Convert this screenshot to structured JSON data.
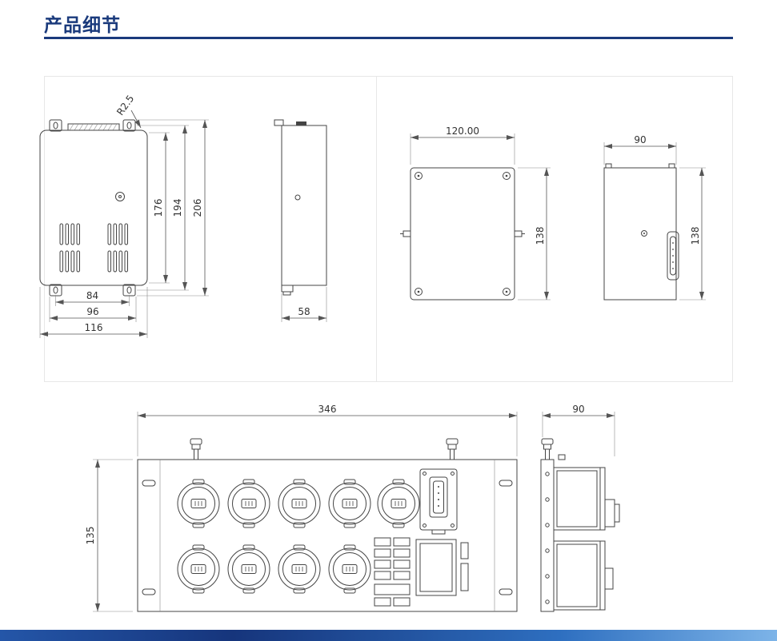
{
  "page": {
    "title": "产品细节",
    "accent_color": "#1a3a7c",
    "footer_bar_colors": [
      "#16357c",
      "#7db4e8"
    ]
  },
  "views": {
    "enclosure_front": {
      "dims": {
        "corner_radius": "R2.5",
        "height_inner": "176",
        "height_mid": "194",
        "height_overall": "206",
        "width_inner": "84",
        "width_mid": "96",
        "width_overall": "116"
      }
    },
    "enclosure_side": {
      "dims": {
        "depth": "58"
      }
    },
    "unit_front": {
      "dims": {
        "width": "120.00",
        "height": "138"
      }
    },
    "unit_side": {
      "dims": {
        "depth": "90",
        "height": "138"
      }
    },
    "panel_front": {
      "dims": {
        "width": "346",
        "height": "135"
      }
    },
    "panel_side": {
      "dims": {
        "depth": "90"
      }
    }
  }
}
